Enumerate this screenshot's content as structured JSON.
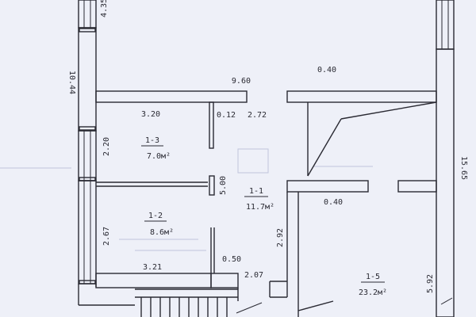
{
  "dimensions": {
    "top_partial": "4.35",
    "left_height": "10.44",
    "partition_length": "9.60",
    "room13_width": "3.20",
    "partition_small": "0.12",
    "hall_dim": "2.72",
    "room13_height": "2.20",
    "closet_len": "5.00",
    "room12_height": "2.67",
    "room12_width": "3.21",
    "stair_width": "0.50",
    "stair_run": "2.07",
    "door_gap": "2.92",
    "right_top": "0.40",
    "right_mid": "0.40",
    "right_height": "15.65",
    "room15_height": "5.92"
  },
  "rooms": [
    {
      "id": "1-3",
      "area": "7.0м²"
    },
    {
      "id": "1-2",
      "area": "8.6м²"
    },
    {
      "id": "1-1",
      "area": "11.7м²"
    },
    {
      "id": "1-5",
      "area": "23.2м²"
    }
  ]
}
